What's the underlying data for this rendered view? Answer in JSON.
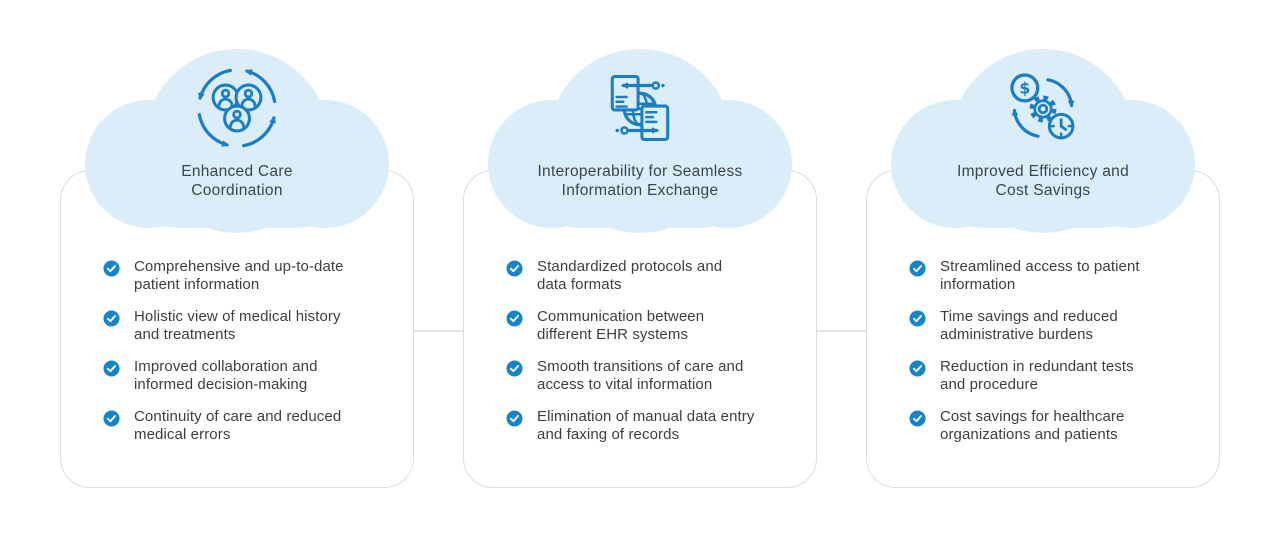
{
  "colors": {
    "background": "#ffffff",
    "cloud_fill": "#daedf9",
    "icon_blue": "#1b7ec3",
    "check_badge": "#1584c8",
    "title_text": "#3a4551",
    "body_text": "#3e3e3e",
    "card_border": "#dcdcdc",
    "connector_line": "#e2e2e2"
  },
  "cards": [
    {
      "icon": "care-coordination-icon",
      "title": "Enhanced Care\nCoordination",
      "bullets": [
        "Comprehensive and up-to-date\npatient information",
        "Holistic view of medical history\nand treatments",
        "Improved collaboration and\ninformed decision-making",
        "Continuity of care and reduced\nmedical errors"
      ]
    },
    {
      "icon": "data-exchange-icon",
      "title": "Interoperability for Seamless\nInformation Exchange",
      "bullets": [
        "Standardized protocols and\ndata formats",
        "Communication between\ndifferent EHR systems",
        "Smooth transitions of care and\naccess to vital information",
        "Elimination of manual data entry\nand faxing of records"
      ]
    },
    {
      "icon": "efficiency-cost-savings-icon",
      "title": "Improved Efficiency and\nCost Savings",
      "bullets": [
        "Streamlined access to patient\ninformation",
        "Time savings and reduced\nadministrative burdens",
        "Reduction in redundant tests\nand procedure",
        "Cost savings for healthcare\norganizations and patients"
      ]
    }
  ]
}
